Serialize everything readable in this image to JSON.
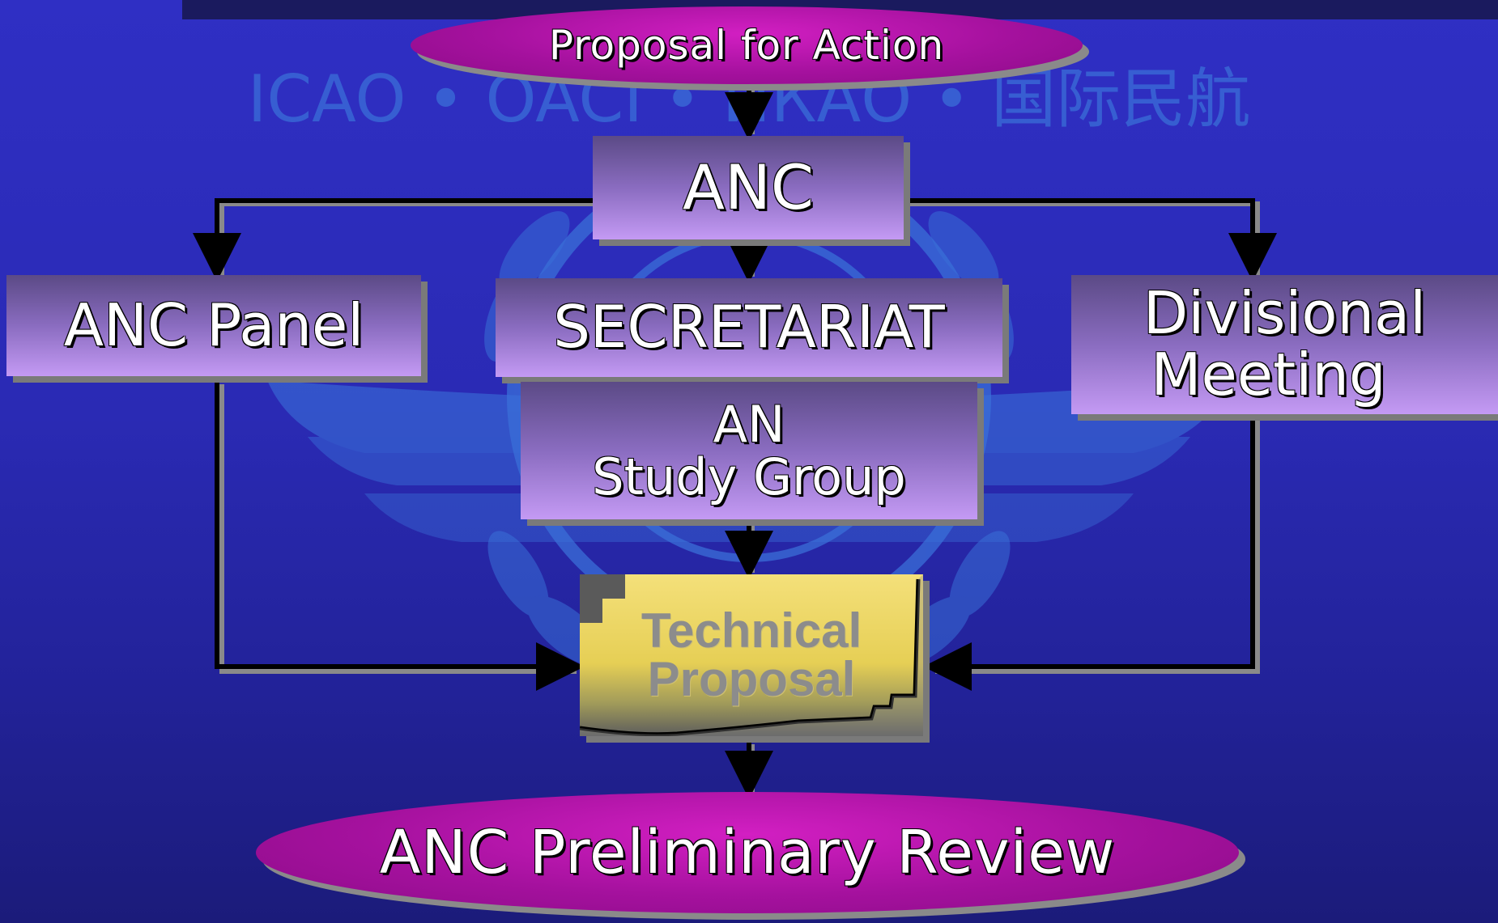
{
  "nodes": {
    "proposal": "Proposal for Action",
    "anc": "ANC",
    "anc_panel": "ANC Panel",
    "secretariat": "SECRETARIAT",
    "divisional_line1": "Divisional",
    "divisional_line2": "Meeting",
    "study_line1": "AN",
    "study_line2": "Study Group",
    "technical_line1": "Technical",
    "technical_line2": "Proposal",
    "review": "ANC Preliminary Review"
  },
  "background": {
    "emblem_text": "ICAO • OACI • ИКАО • 国际民航",
    "colors": {
      "background": "#2a2ab4",
      "ellipse": "#a5119e",
      "box": "#c49af4",
      "document": "#e6cf55"
    }
  }
}
